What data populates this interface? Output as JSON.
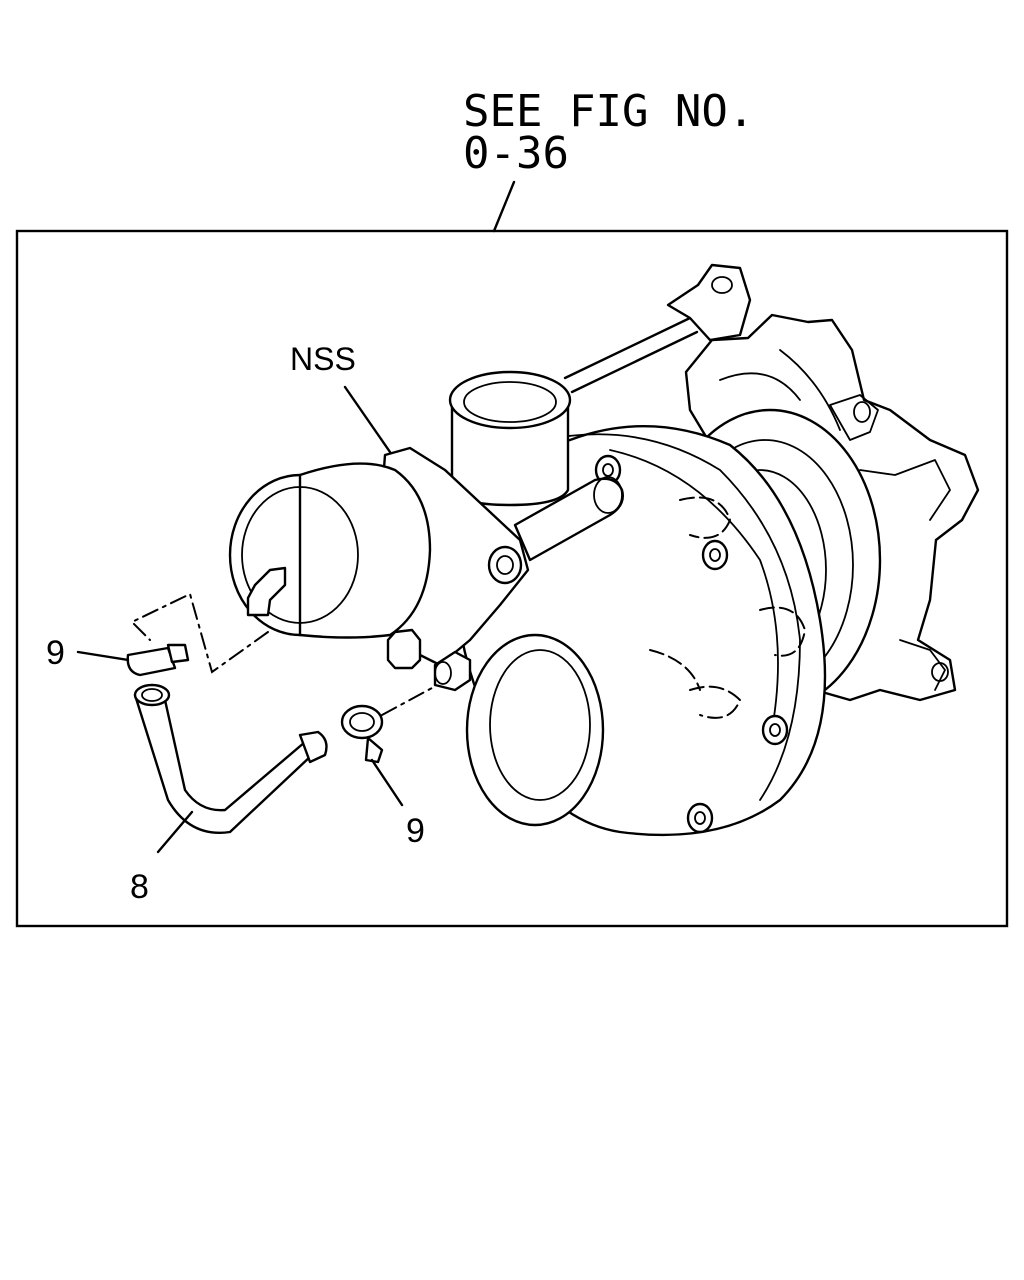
{
  "callout": {
    "line1": "SEE FIG NO.",
    "line2": "0-36"
  },
  "labels": {
    "nss": "NSS",
    "clamp_upper": "9",
    "clamp_lower": "9",
    "hose": "8"
  },
  "colors": {
    "ink": "#000000",
    "paper": "#ffffff"
  }
}
